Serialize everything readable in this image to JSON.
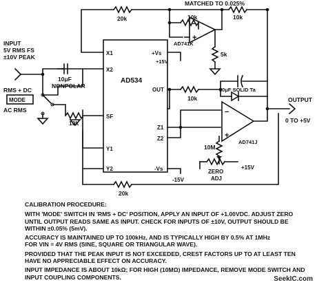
{
  "labels": {
    "matched": "MATCHED TO 0.025%",
    "input_title": "INPUT",
    "input_spec1": "5V RMS FS",
    "input_spec2": "±10V PEAK",
    "cap_in_value": "10μF",
    "cap_in_type": "NONPOLAR",
    "rms_dc": "RMS + DC",
    "mode": "MODE",
    "ac_rms": "AC RMS",
    "r_20k_top": "20k",
    "r_10k_top1": "10k",
    "r_10k_top2": "10k",
    "r_5k": "5k",
    "r_10k_mid": "10k",
    "r_10k_sw": "10k",
    "r_10m": "10M",
    "r_20k_bot": "20k",
    "opamp_top": "AD741K",
    "opamp_bot": "AD741J",
    "cap_out": "10μF SOLID Ta",
    "ic_name": "AD534",
    "pin_x1": "X1",
    "pin_x2": "X2",
    "pin_vs_pos": "+Vs",
    "supply_pos": "+15V",
    "pin_out": "OUT",
    "pin_sf": "SF",
    "pin_z1": "Z1",
    "pin_z2": "Z2",
    "pin_y1": "Y1",
    "pin_y2": "Y2",
    "pin_vs_neg": "-Vs",
    "supply_neg": "-15V",
    "supply_pot": "+15V",
    "zero_adj1": "ZERO",
    "zero_adj2": "ADJ",
    "output_title": "OUTPUT",
    "output_range": "0 TO +5V"
  },
  "notes": {
    "heading": "CALIBRATION PROCEDURE:",
    "p1": "WITH 'MODE' SWITCH IN 'RMS + DC' POSITION, APPLY AN INPUT OF +1.00VDC. ADJUST ZERO UNTIL OUTPUT READS SAME AS INPUT. CHECK FOR INPUTS OF ±10V, OUTPUT SHOULD BE WITHIN ±0.05% (5mV).",
    "p2a": "ACCURACY IS MAINTAINED UP TO 100kHz, AND IS TYPICALLY HIGH BY 0.5% AT 1MHz",
    "p2b": "FOR VIN = 4V RMS (SINE, SQUARE OR TRIANGULAR WAVE).",
    "p3": "PROVIDED THAT THE PEAK INPUT IS NOT EXCEEDED, CREST FACTORS UP TO AT LEAST TEN HAVE NO APPRECIABLE EFFECT ON ACCURACY.",
    "p4": "INPUT IMPEDANCE IS ABOUT 10kΩ; FOR HIGH (10MΩ) IMPEDANCE, REMOVE MODE SWITCH AND INPUT COUPLING COMPONENTS."
  },
  "watermark": "SeekIC.com"
}
